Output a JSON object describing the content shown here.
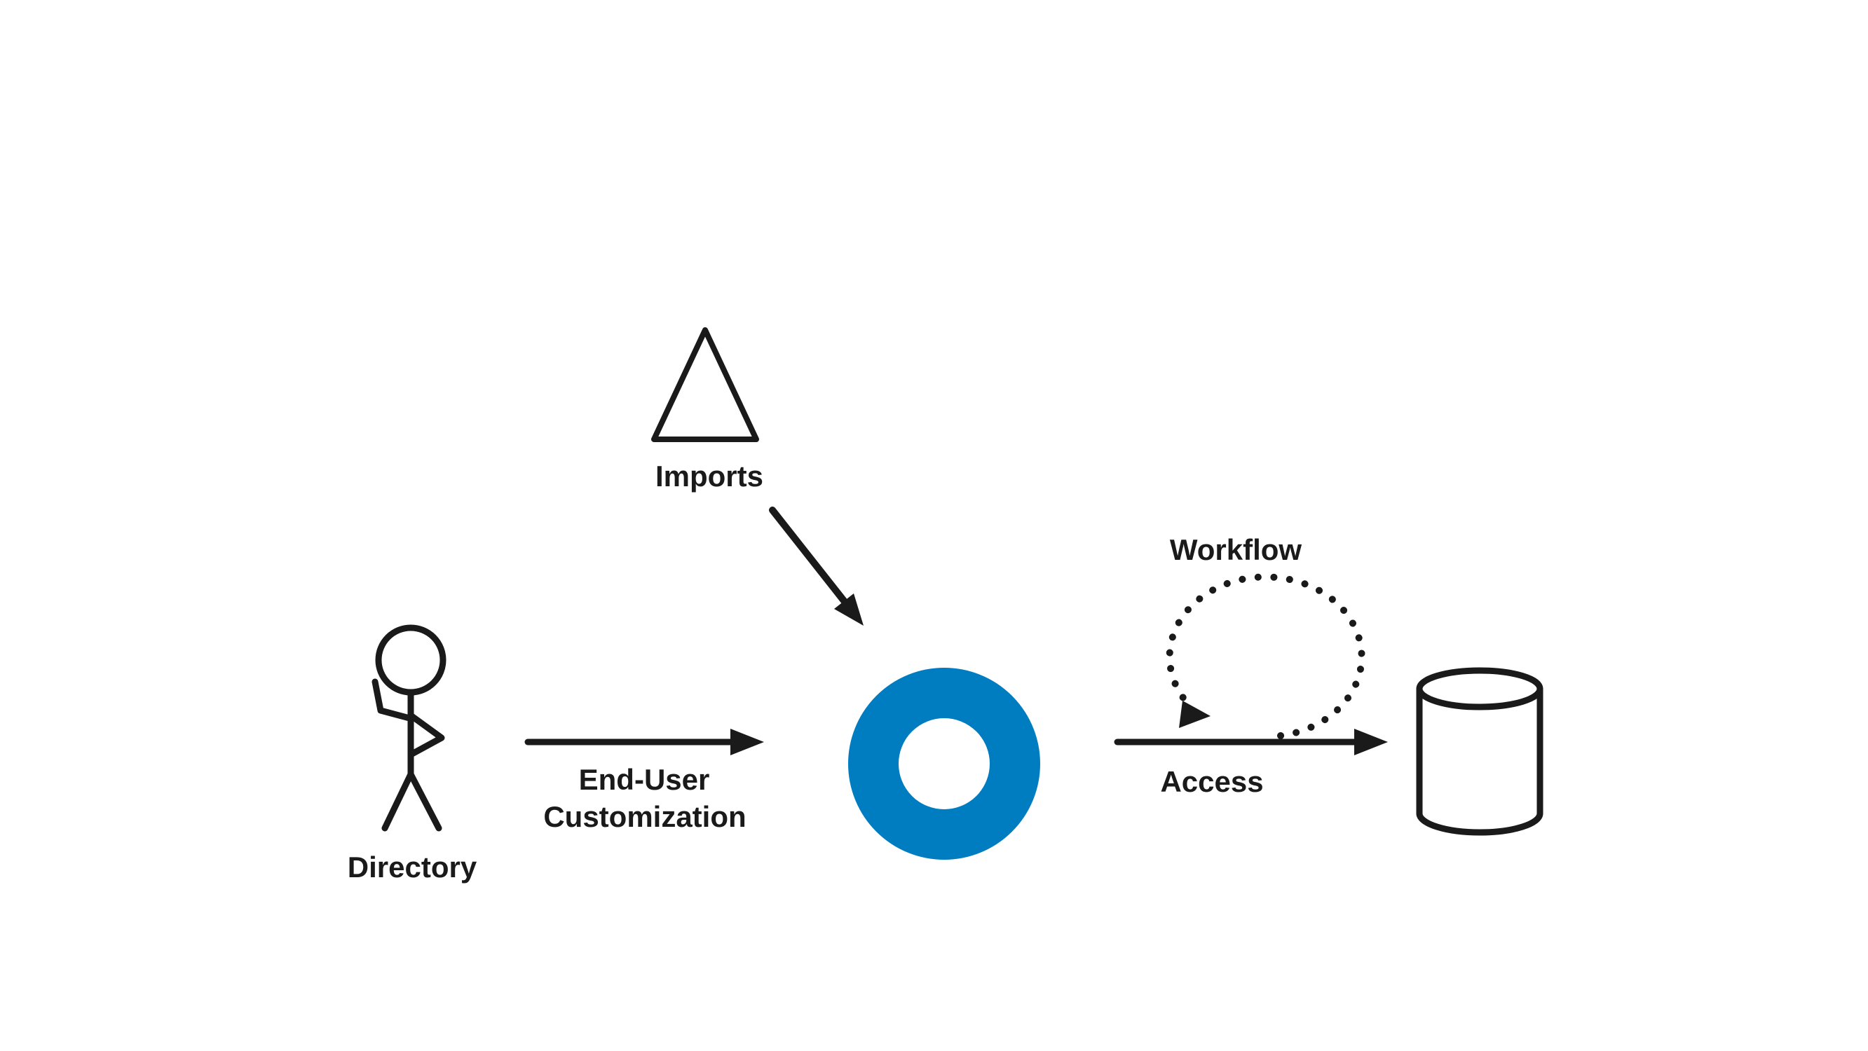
{
  "diagram": {
    "colors": {
      "background": "#ffffff",
      "ink": "#1a1a1a",
      "accent": "#007DC1"
    },
    "icons": {
      "directory": "stick-figure-person-icon",
      "imports": "triangle-icon",
      "hub": "blue-ring-donut-icon",
      "workflow": "dotted-loop-arrow-icon",
      "database": "database-cylinder-icon"
    },
    "labels": {
      "directory": "Directory",
      "imports": "Imports",
      "customization_line1": "End-User",
      "customization_line2": "Customization",
      "workflow": "Workflow",
      "access": "Access"
    }
  }
}
